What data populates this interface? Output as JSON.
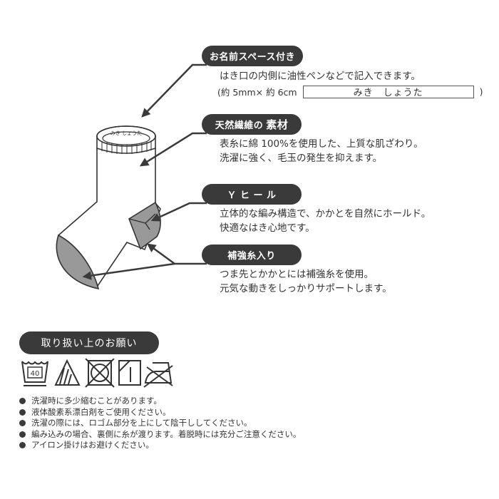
{
  "features": [
    {
      "id": "name-space",
      "pill_label": "お名前スペース付き",
      "pill_label_big": "",
      "lines": [
        "はき口の内側に油性ペンなどで記入できます。"
      ],
      "size_note_prefix": "(約 5mm× 約 6cm",
      "size_note_suffix": ")",
      "name_sample": "みき　しょうた"
    },
    {
      "id": "natural-fiber",
      "pill_label": "天然繊維の",
      "pill_label_big": "素材",
      "lines": [
        "表糸に綿 100%を使用した、上質な肌ざわり。",
        "洗濯に強く、毛玉の発生を抑えます。"
      ]
    },
    {
      "id": "y-heel",
      "pill_label": "Ｙ ヒ ー ル",
      "pill_label_big": "",
      "lines": [
        "立体的な編み構造で、かかとを自然にホールド。",
        "快適なはき心地です。"
      ]
    },
    {
      "id": "reinforced-thread",
      "pill_label": "補強糸入り",
      "pill_label_big": "",
      "lines": [
        "つま先とかかとには補強糸を使用。",
        "元気な動きをしっかりサポートします。"
      ]
    }
  ],
  "sock_illustration": {
    "cuff_name_text": "みき しょうた",
    "fill_color": "#999999",
    "stroke_color": "#333333"
  },
  "care": {
    "title": "取り扱い上のお願い",
    "icons": [
      {
        "name": "wash-40-icon",
        "label": "40"
      },
      {
        "name": "bleach-ok-icon",
        "label": ""
      },
      {
        "name": "no-tumble-dry-icon",
        "label": ""
      },
      {
        "name": "dry-in-shade-icon",
        "label": ""
      },
      {
        "name": "no-iron-icon",
        "label": ""
      }
    ],
    "notes": [
      "洗濯時に多少縮むことがあります。",
      "液体酸素系漂白剤をご使用ください。",
      "洗濯の際には、ロゴム部分を上にして陰干ししてください。",
      "編み込みの場合、裏側に糸が渡ります。着脱時には充分ご注意ください。",
      "アイロン掛けはお避けください。"
    ]
  },
  "colors": {
    "pill_bg": "#3a3a3a",
    "shade_fill": "#999999",
    "text": "#333333"
  }
}
